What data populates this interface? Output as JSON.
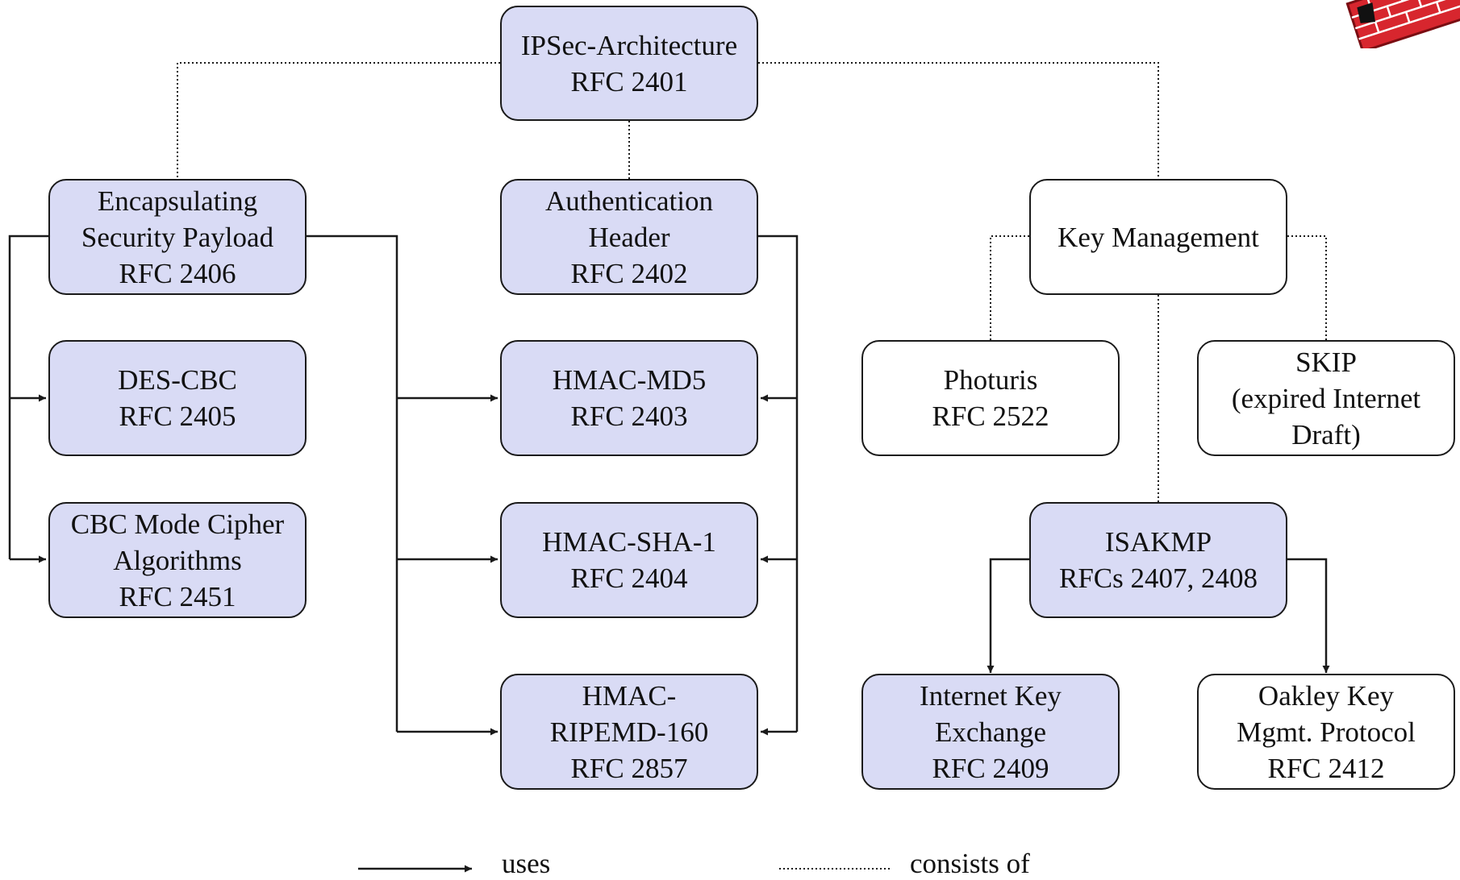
{
  "nodes": {
    "ipsec_architecture": {
      "lines": [
        "IPSec-Architecture",
        "RFC 2401"
      ]
    },
    "esp": {
      "lines": [
        "Encapsulating",
        "Security Payload",
        "RFC 2406"
      ]
    },
    "auth_header": {
      "lines": [
        "Authentication",
        "Header",
        "RFC 2402"
      ]
    },
    "key_management": {
      "lines": [
        "Key Management"
      ]
    },
    "des_cbc": {
      "lines": [
        "DES-CBC",
        "RFC 2405"
      ]
    },
    "cbc_mode": {
      "lines": [
        "CBC Mode Cipher",
        "Algorithms",
        "RFC 2451"
      ]
    },
    "hmac_md5": {
      "lines": [
        "HMAC-MD5",
        "RFC 2403"
      ]
    },
    "hmac_sha1": {
      "lines": [
        "HMAC-SHA-1",
        "RFC 2404"
      ]
    },
    "hmac_ripemd": {
      "lines": [
        "HMAC-",
        "RIPEMD-160",
        "RFC 2857"
      ]
    },
    "photuris": {
      "lines": [
        "Photuris",
        "RFC 2522"
      ]
    },
    "skip": {
      "lines": [
        "SKIP",
        "(expired Internet",
        "Draft)"
      ]
    },
    "isakmp": {
      "lines": [
        "ISAKMP",
        "RFCs 2407, 2408"
      ]
    },
    "ike": {
      "lines": [
        "Internet Key",
        "Exchange",
        "RFC 2409"
      ]
    },
    "oakley": {
      "lines": [
        "Oakley Key",
        "Mgmt. Protocol",
        "RFC 2412"
      ]
    }
  },
  "legend": {
    "uses": "uses",
    "consists_of": "consists of"
  },
  "colors": {
    "filled": "#d9dbf5",
    "plain": "#ffffff",
    "line": "#1a1a1a",
    "logo_red": "#d7262e"
  }
}
